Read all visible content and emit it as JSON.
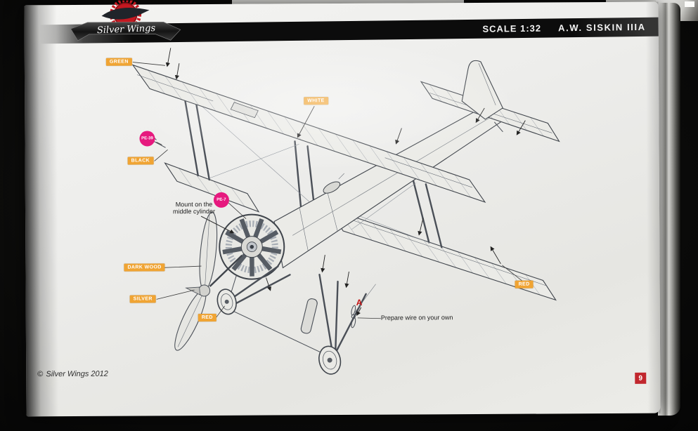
{
  "header": {
    "brand_name": "Silver Wings",
    "scale_label": "SCALE 1:32",
    "model_label": "A.W. SISKIN IIIA"
  },
  "paint_labels": {
    "green": "GREEN",
    "white": "WHITE",
    "black": "BLACK",
    "dark_wood": "DARK WOOD",
    "silver": "SILVER",
    "red_left": "RED",
    "red_right": "RED"
  },
  "pe_badges": {
    "pe39": "PE-39",
    "pe7": "PE-7"
  },
  "notes": {
    "mount": "Mount on the middle cylinder",
    "wire": "Prepare wire on your own",
    "marker_a": "A"
  },
  "footer": {
    "copyright_symbol": "©",
    "copyright_text": "Silver Wings 2012",
    "page_number": "9"
  },
  "colors": {
    "paint_label_bg": "#F0A433",
    "pe_badge_bg": "#E6197E",
    "page_number_bg": "#C1272D",
    "header_band_bg": "#0C0C0C",
    "logo_red": "#C41820"
  }
}
